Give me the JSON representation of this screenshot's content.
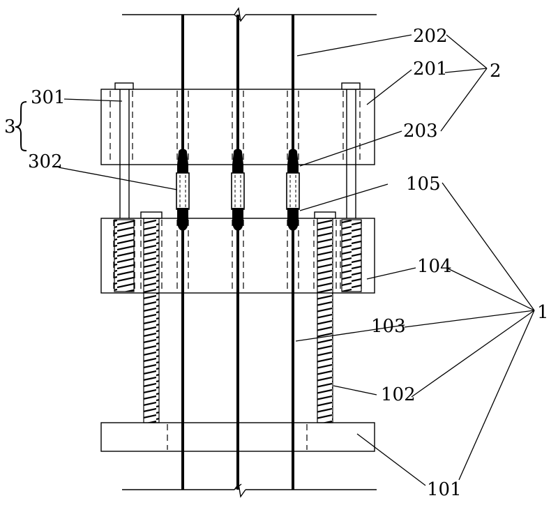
{
  "labels": {
    "l202": "202",
    "l201": "201",
    "l2": "2",
    "l301": "301",
    "l3": "3",
    "l203": "203",
    "l302": "302",
    "l105": "105",
    "l104": "104",
    "l1": "1",
    "l103": "103",
    "l102": "102",
    "l101": "101"
  },
  "colors": {
    "line": "#000000",
    "background": "#ffffff"
  }
}
